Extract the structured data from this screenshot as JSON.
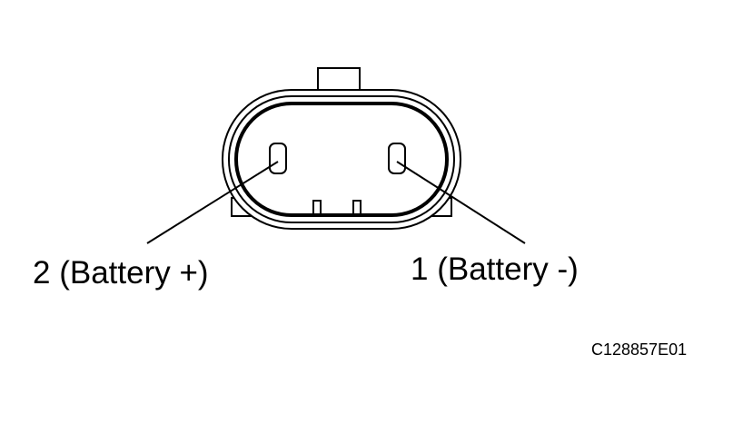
{
  "diagram": {
    "pins": [
      {
        "label": "2 (Battery +)"
      },
      {
        "label": "1 (Battery -)"
      }
    ],
    "figure_code": "C128857E01",
    "colors": {
      "stroke": "#000000",
      "background": "#ffffff"
    }
  }
}
